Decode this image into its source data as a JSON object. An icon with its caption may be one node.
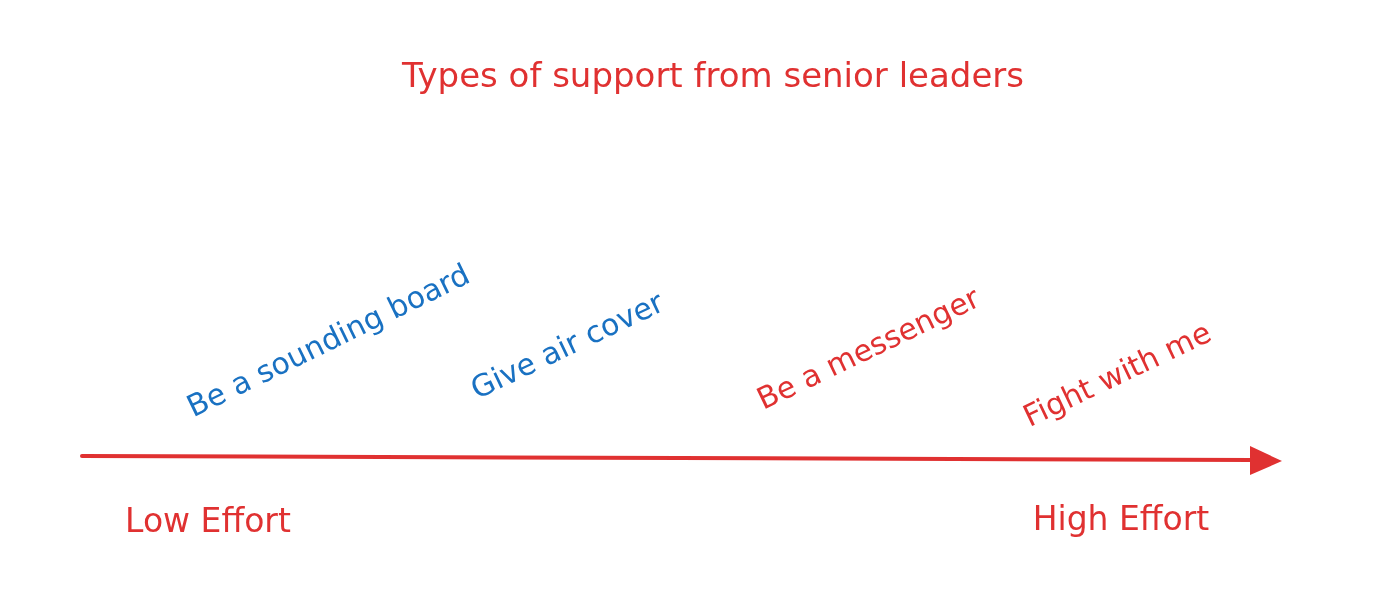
{
  "diagram": {
    "title": "Types of support from senior leaders",
    "labels": [
      "Be a sounding board",
      "Give air cover",
      "Be a messenger",
      "Fight with me",
      "Low Effort",
      "High Effort"
    ]
  }
}
